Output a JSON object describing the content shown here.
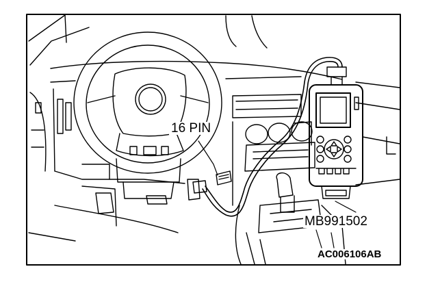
{
  "labels": {
    "connector": "16 PIN",
    "tool": "MB991502",
    "figure_code": "AC006106AB"
  },
  "colors": {
    "ink": "#000000",
    "paper": "#ffffff"
  }
}
